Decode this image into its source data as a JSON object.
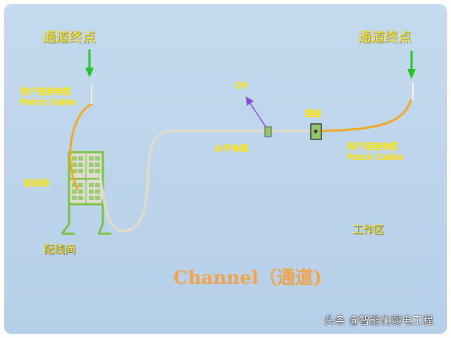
{
  "endpoints": {
    "left": "通道终点",
    "right": "通道终点"
  },
  "left_patch_cable": {
    "line1": "用户连接电缆",
    "line2": "Patch Cable"
  },
  "right_patch_cable": {
    "line1": "用户连接电缆",
    "line2": "Patch Cable"
  },
  "labels": {
    "patch_panel": "配线架",
    "telecom_room": "配线间",
    "cp": "CP",
    "outlet": "插座",
    "horizontal_cable": "水平电缆",
    "work_area": "工作区"
  },
  "title": "Channel（通道)",
  "watermark": "头条 @智能化弱电工程",
  "colors": {
    "background": "#b6cfe9",
    "label_text": "#ffe600",
    "title_text": "#f2a44a",
    "patch_cable": "#f4a81b",
    "horizontal_cable": "#dedbcc",
    "rack": "#7cc242",
    "arrow_green": "#22c51d",
    "cp_arrow": "#8a4bd8"
  }
}
